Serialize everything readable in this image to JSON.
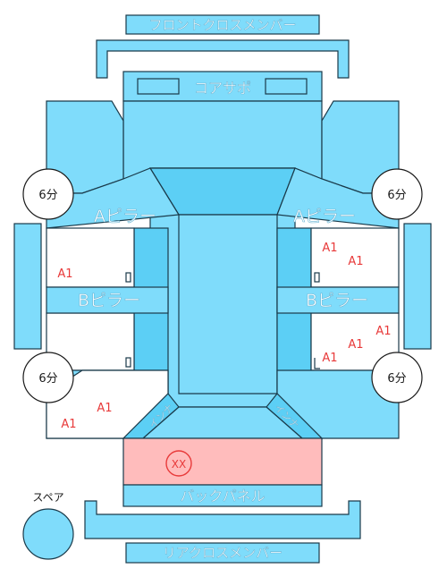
{
  "parts": {
    "front_cross_member": "フロントクロスメンバー",
    "core_support": "コアサポ",
    "a_pillar_left": "Aピラー",
    "a_pillar_right": "Aピラー",
    "b_pillar_left": "Bピラー",
    "b_pillar_right": "Bピラー",
    "inner_left": "インナ",
    "inner_right": "インナ",
    "back_panel": "バックパネル",
    "rear_cross_member": "リアクロスメンバー",
    "spare": "スペア"
  },
  "circles": {
    "front_left": "6分",
    "front_right": "6分",
    "rear_left": "6分",
    "rear_right": "6分"
  },
  "marks": {
    "left_front_door": "A1",
    "right_front_door_1": "A1",
    "right_front_door_2": "A1",
    "right_rear_door_1": "A1",
    "right_rear_door_2": "A1",
    "right_rear_door_3": "A1",
    "left_rear_quarter_1": "A1",
    "left_rear_quarter_2": "A1",
    "trunk_floor": "XX"
  },
  "colors": {
    "panel": "#7fdcfb",
    "panel_dark": "#5ccff5",
    "damage_area": "#ffbcbc",
    "mark_red": "#e83a3a"
  }
}
